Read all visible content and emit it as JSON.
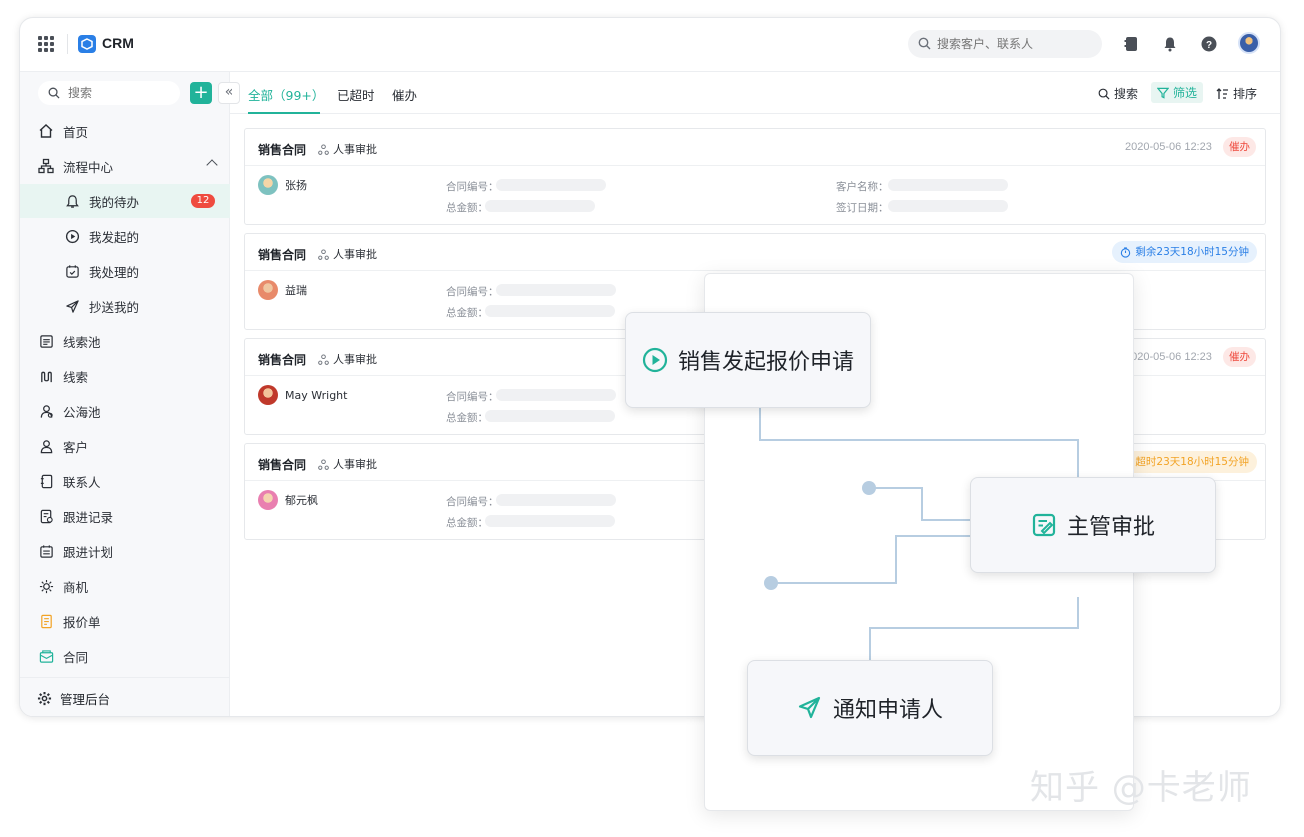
{
  "topbar": {
    "app_name": "CRM",
    "search_placeholder": "搜索客户、联系人"
  },
  "sidebar": {
    "search_placeholder": "搜索",
    "add_label": "+",
    "collapse_label": "«",
    "items": [
      {
        "label": "首页",
        "icon": "home-icon"
      },
      {
        "label": "流程中心",
        "icon": "flow-icon"
      },
      {
        "label": "我的待办",
        "icon": "bell-icon",
        "badge": "12"
      },
      {
        "label": "我发起的",
        "icon": "play-circle-icon"
      },
      {
        "label": "我处理的",
        "icon": "check-calendar-icon"
      },
      {
        "label": "抄送我的",
        "icon": "send-icon"
      },
      {
        "label": "线索池",
        "icon": "leads-pool-icon"
      },
      {
        "label": "线索",
        "icon": "leads-icon"
      },
      {
        "label": "公海池",
        "icon": "public-pool-icon"
      },
      {
        "label": "客户",
        "icon": "customer-icon"
      },
      {
        "label": "联系人",
        "icon": "contact-book-icon"
      },
      {
        "label": "跟进记录",
        "icon": "record-icon"
      },
      {
        "label": "跟进计划",
        "icon": "plan-icon"
      },
      {
        "label": "商机",
        "icon": "opportunity-icon"
      },
      {
        "label": "报价单",
        "icon": "quote-icon"
      },
      {
        "label": "合同",
        "icon": "contract-icon"
      }
    ],
    "admin_label": "管理后台"
  },
  "tabs": {
    "all": "全部（99+）",
    "overdue": "已超时",
    "urge": "催办"
  },
  "toolbar": {
    "search": "搜索",
    "filter": "筛选",
    "sort": "排序"
  },
  "cards": [
    {
      "title": "销售合同",
      "sub": "人事审批",
      "time": "2020-05-06 12:23",
      "tag": "催办",
      "person": "张扬",
      "field1": "合同编号：",
      "field2": "总金额：",
      "field3": "客户名称：",
      "field4": "签订日期："
    },
    {
      "title": "销售合同",
      "sub": "人事审批",
      "tag": "剩余23天18小时15分钟",
      "person": "益瑞",
      "field1": "合同编号：",
      "field2": "总金额："
    },
    {
      "title": "销售合同",
      "sub": "人事审批",
      "time": "2020-05-06 12:23",
      "tag": "催办",
      "person": "May Wright",
      "field1": "合同编号：",
      "field2": "总金额："
    },
    {
      "title": "销售合同",
      "sub": "人事审批",
      "tag": "超时23天18小时15分钟",
      "person": "郁元枫",
      "field1": "合同编号：",
      "field2": "总金额："
    }
  ],
  "flow": {
    "node1": "销售发起报价申请",
    "node2": "主管审批",
    "node3": "通知申请人"
  },
  "watermark": "知乎 @卡老师",
  "colors": {
    "accent": "#21b39a",
    "danger": "#ef4b3f",
    "info": "#2a7fe6",
    "warning": "#f2a325"
  }
}
